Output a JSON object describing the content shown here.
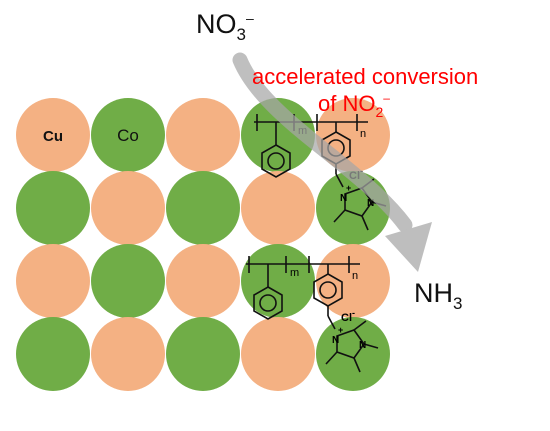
{
  "atoms": [
    "Cu",
    "Co",
    "Cu",
    "Co",
    "Cu",
    "Co",
    "Cu",
    "Co",
    "Cu",
    "Co",
    "Cu",
    "Co",
    "Cu",
    "Co",
    "Cu",
    "Co",
    "Cu",
    "Co",
    "Cu",
    "Co"
  ],
  "atom_labels": {
    "cu": "Cu",
    "co": "Co"
  },
  "colors": {
    "cu": "#f4b183",
    "co": "#70ad47",
    "arrow": "#a6a6a6",
    "annotation": "#ff0000",
    "text": "#111111"
  },
  "species": {
    "reactant_main": "NO",
    "reactant_sub": "3",
    "reactant_sup": "–",
    "product_main": "NH",
    "product_sub": "3"
  },
  "annotation": {
    "line1": "accelerated conversion",
    "line2_main": "of NO",
    "line2_sub": "2",
    "line2_sup": "–"
  },
  "polymer": {
    "m": "m",
    "n": "n",
    "counter_ion": "Cl",
    "counter_ion_charge": "-",
    "cation_charge": "+",
    "nitrogen": "N"
  }
}
